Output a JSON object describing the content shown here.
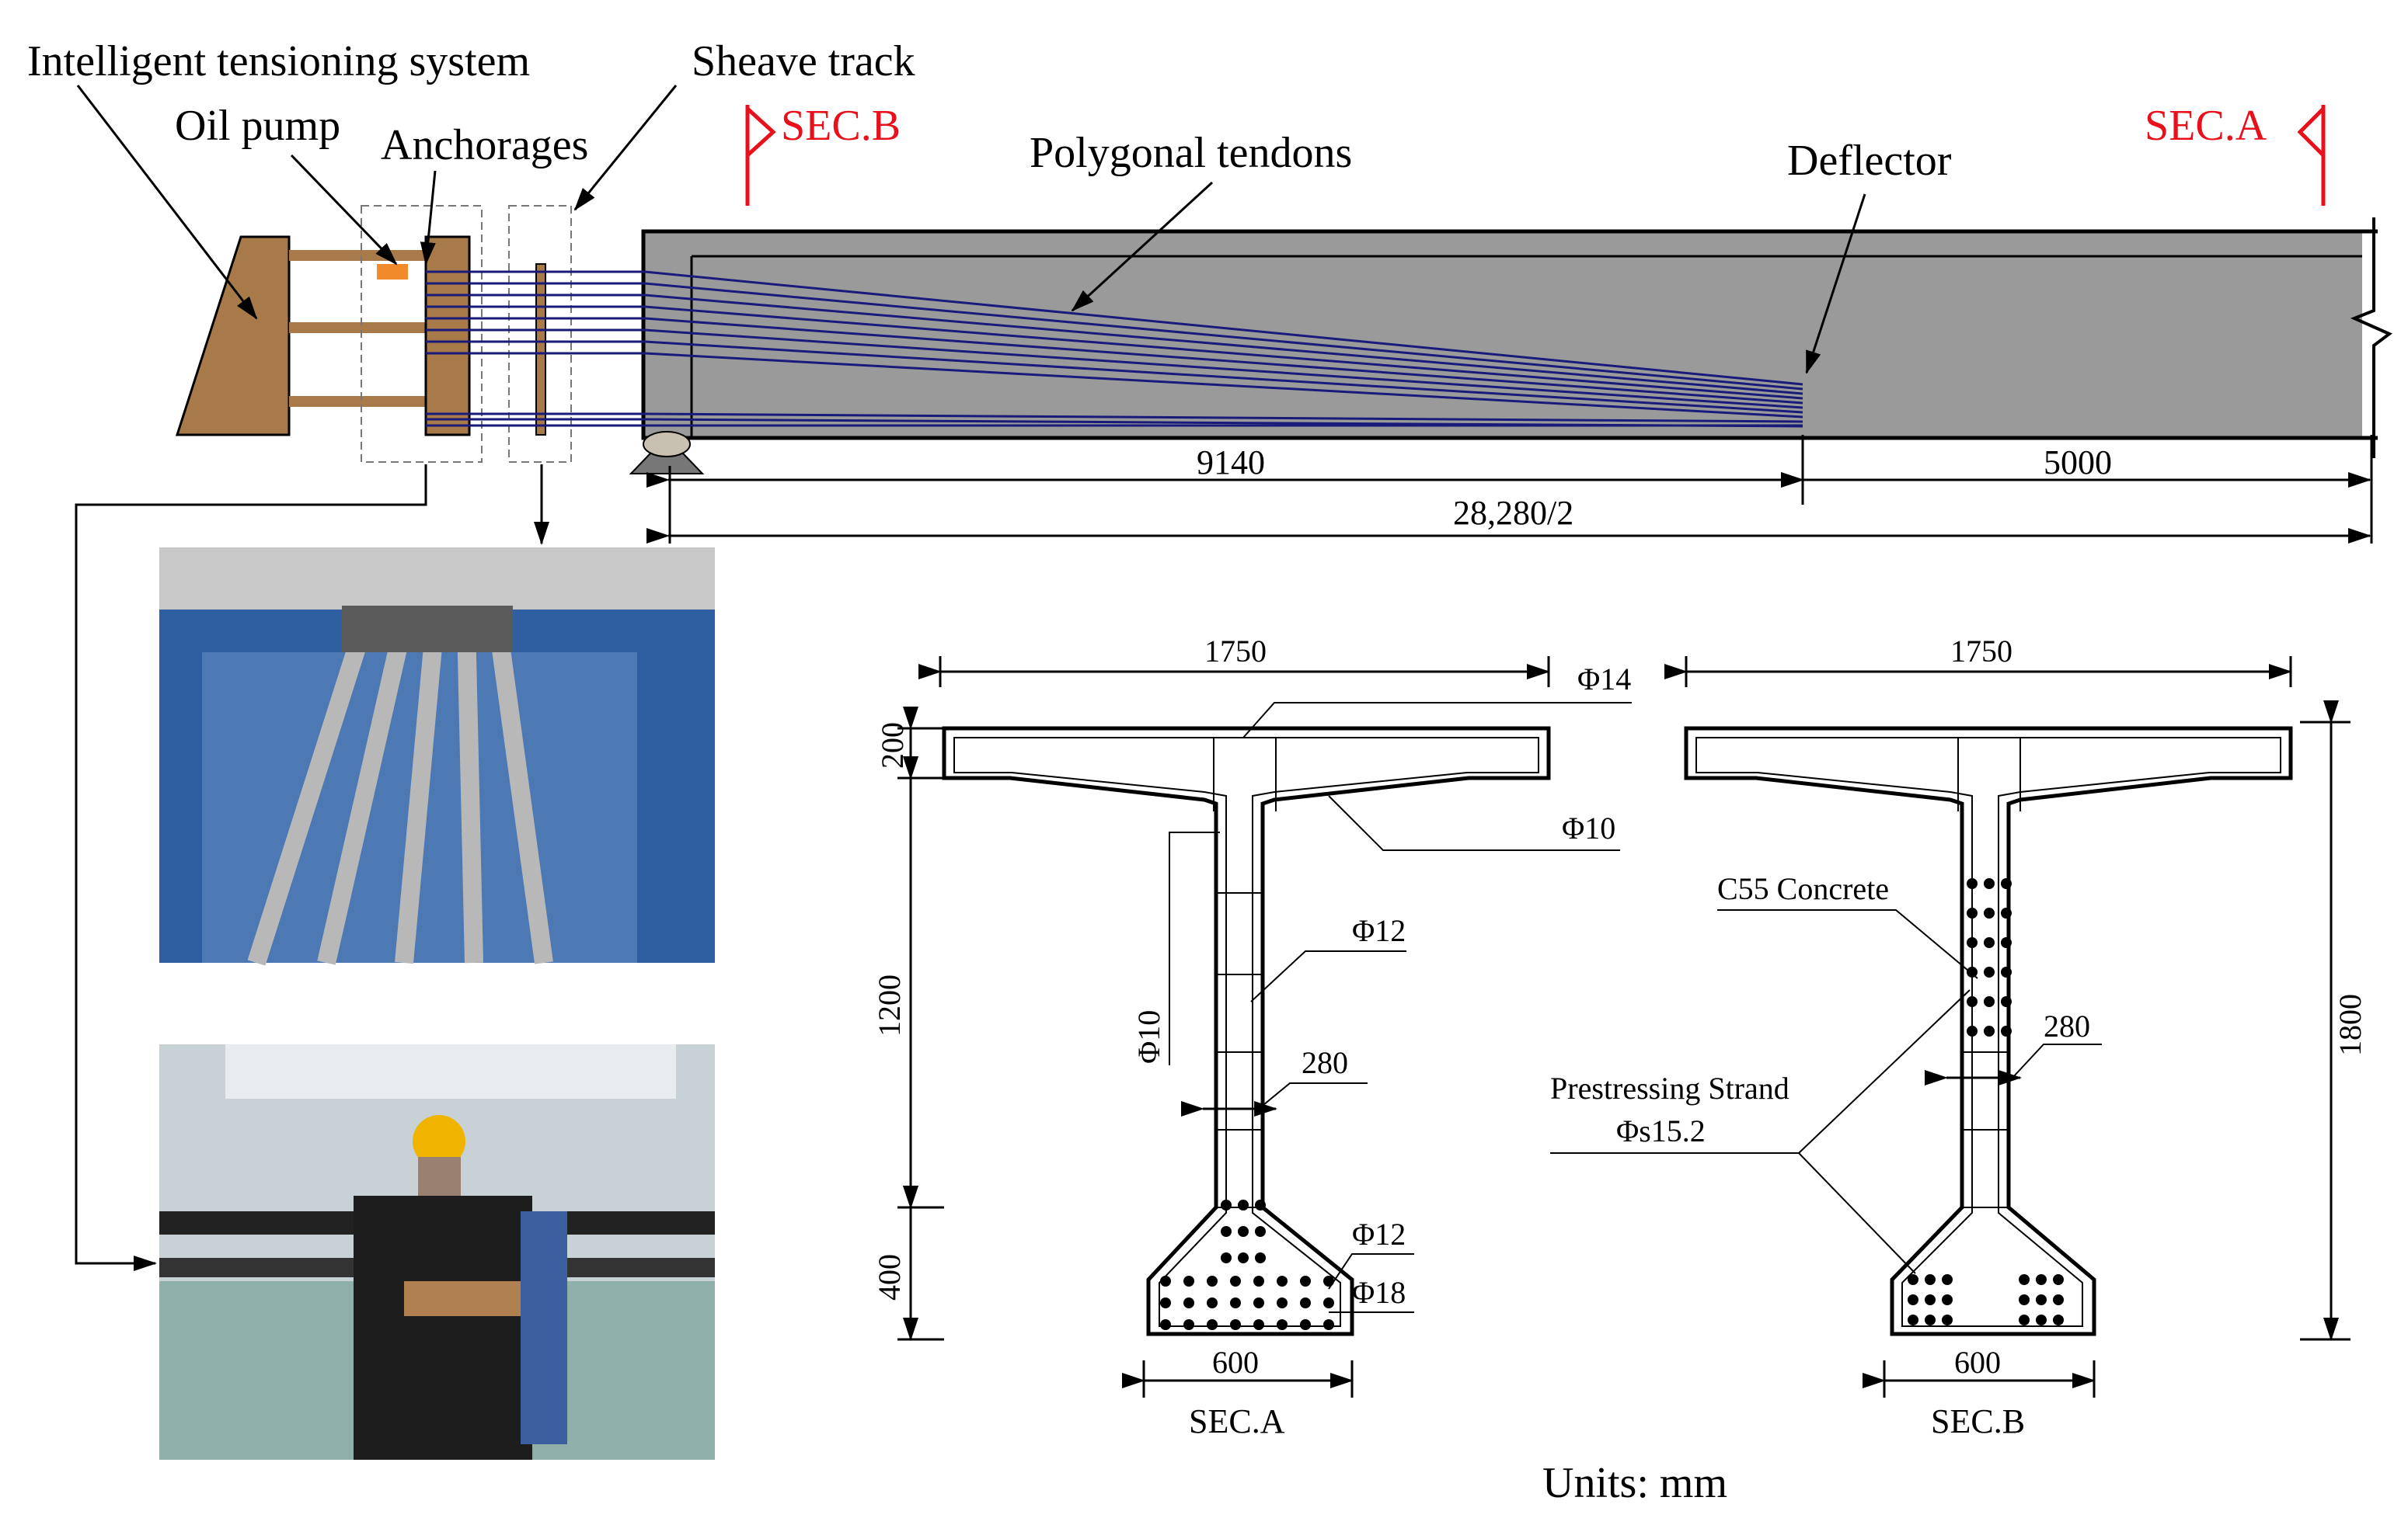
{
  "labels": {
    "intelligent_tensioning_system": "Intelligent tensioning system",
    "oil_pump": "Oil pump",
    "anchorages": "Anchorages",
    "sheave_track": "Sheave track",
    "sec_b_marker": "SEC.B",
    "sec_a_marker": "SEC.A",
    "polygonal_tendons": "Polygonal tendons",
    "deflector": "Deflector"
  },
  "elevation_dimensions": {
    "deflector_offset": "9140",
    "end_segment": "5000",
    "half_span": "28,280/2"
  },
  "section_a": {
    "caption": "SEC.A",
    "top_width": "1750",
    "flange_depth": "200",
    "web_depth": "1200",
    "bottom_depth": "400",
    "bottom_width": "600",
    "web_width": "280",
    "rebar_top": "Φ14",
    "rebar_flange": "Φ10",
    "rebar_web_left": "Φ10",
    "rebar_web_right": "Φ12",
    "rebar_bottom_1": "Φ12",
    "rebar_bottom_2": "Φ18"
  },
  "section_b": {
    "caption": "SEC.B",
    "top_width": "1750",
    "total_depth": "1800",
    "bottom_width": "600",
    "web_width": "280",
    "concrete": "C55 Concrete",
    "strand_line1": "Prestressing Strand",
    "strand_line2": "Φs15.2"
  },
  "units": "Units: mm",
  "colors": {
    "beam_fill": "#9a9a9a",
    "tendon": "#1a1a7a",
    "timber": "#a87a4a",
    "pump": "#f08a2a",
    "section_marker": "#e8101a"
  }
}
